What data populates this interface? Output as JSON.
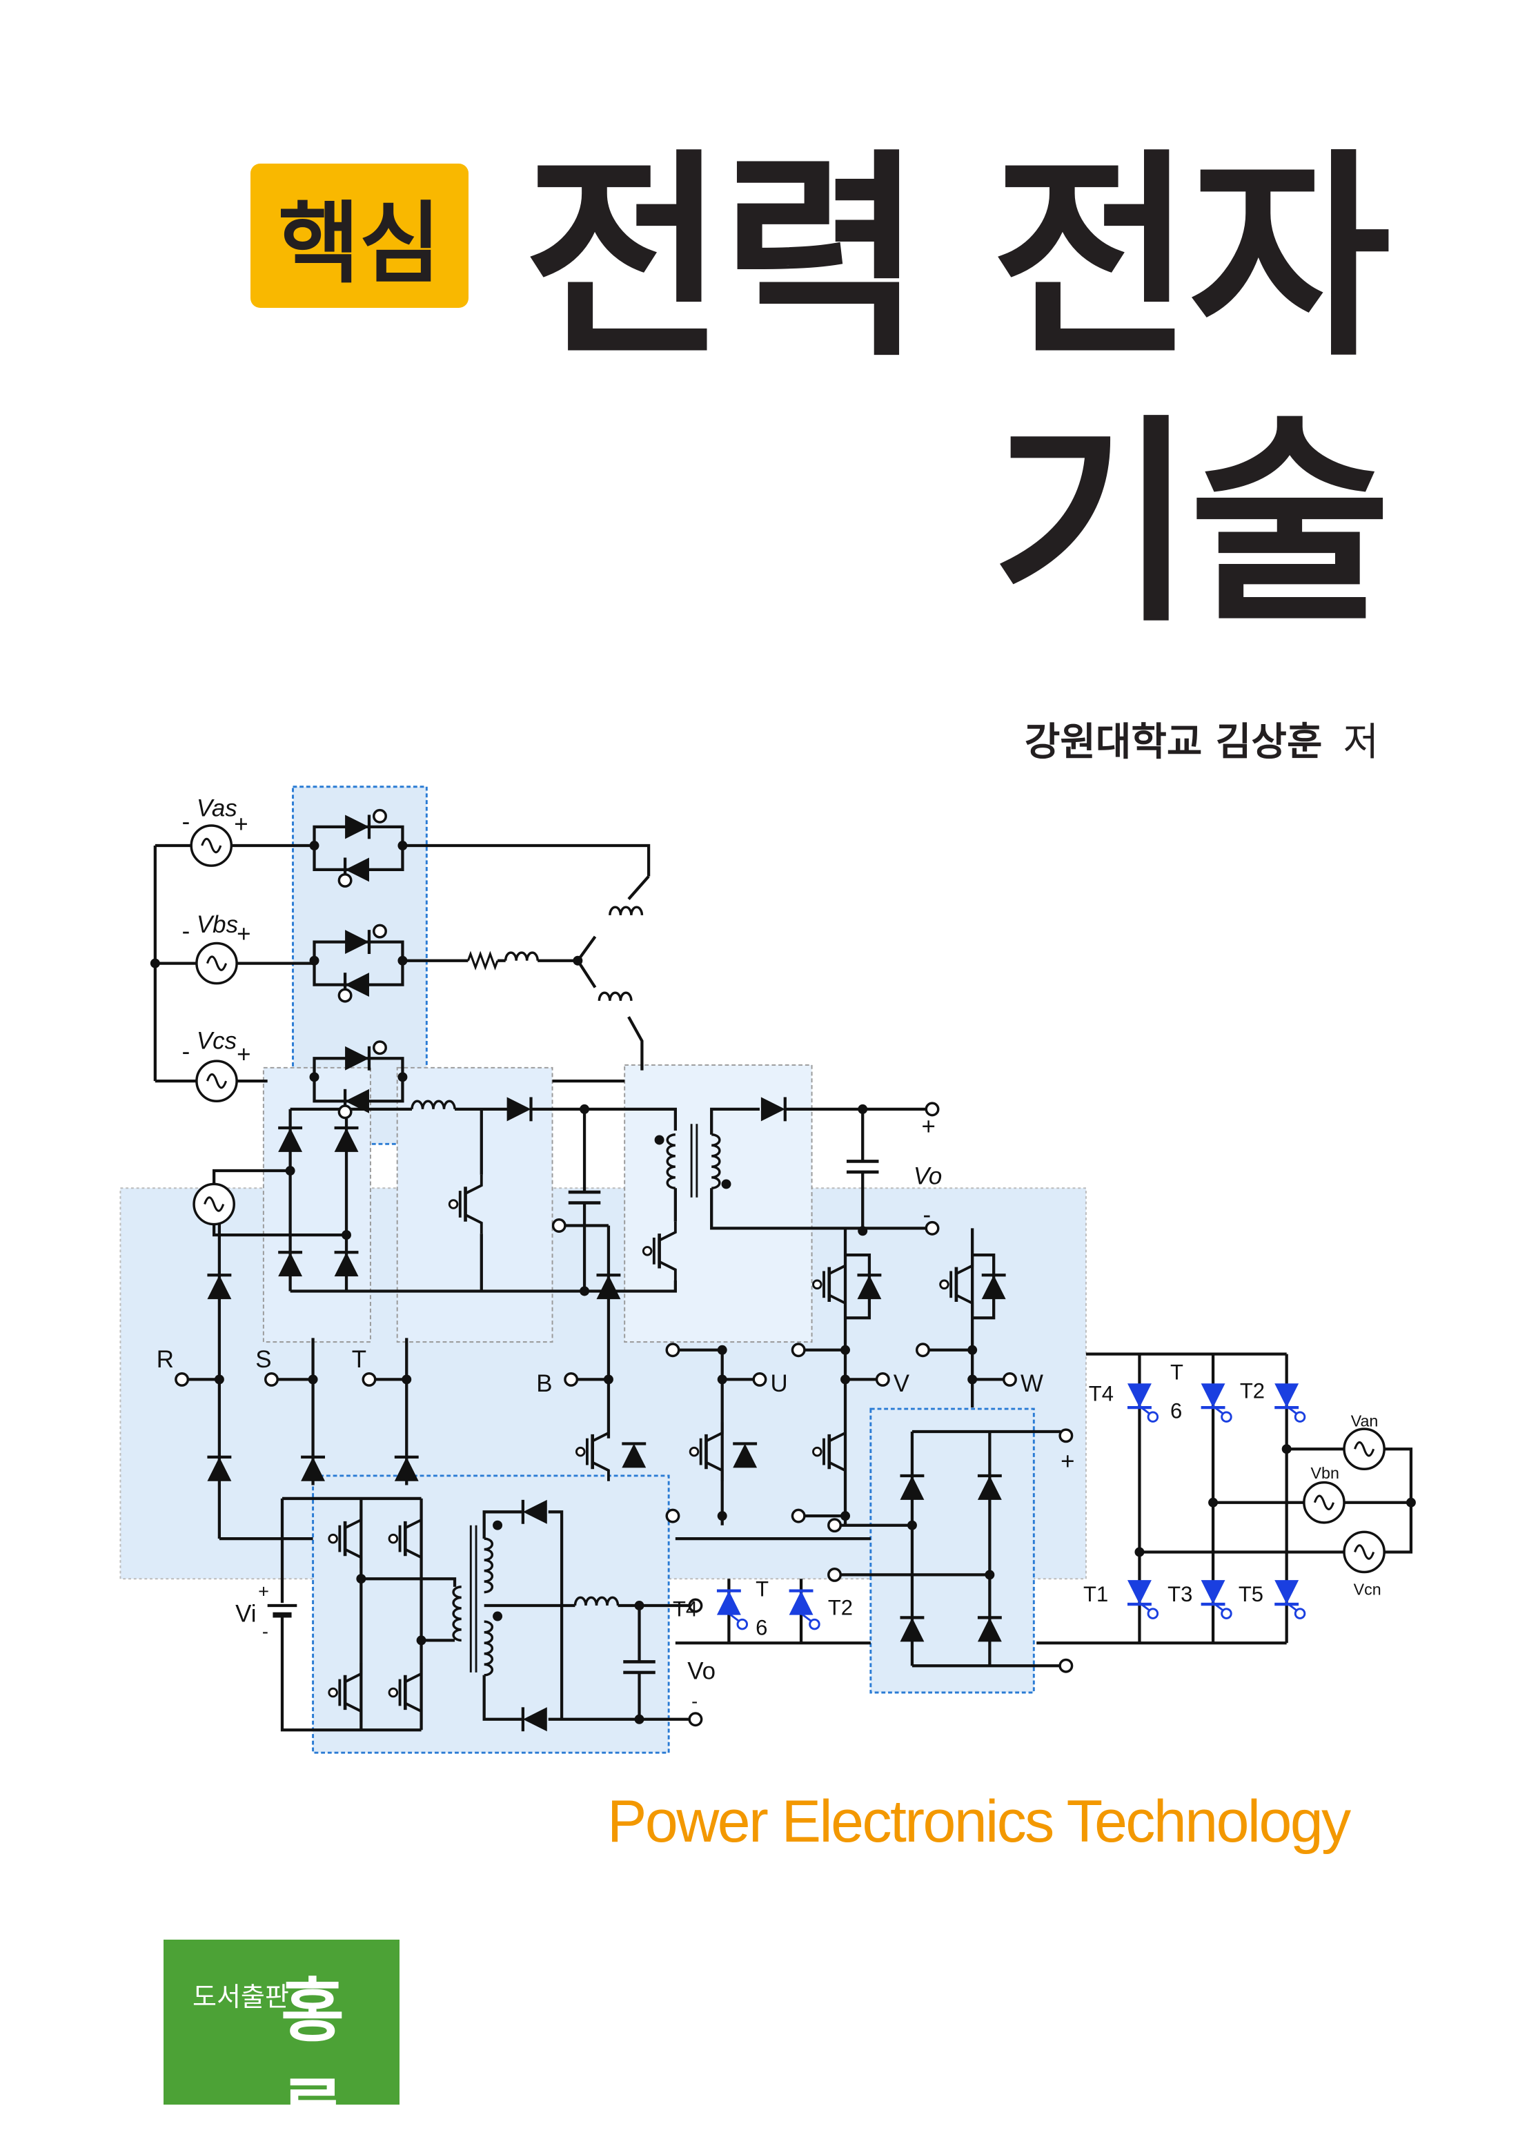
{
  "cover": {
    "badge": "핵심",
    "title_line1": "전력 전자",
    "title_line2": "기술",
    "author": "강원대학교 김상훈",
    "author_suffix": "저",
    "subtitle": "Power Electronics Technology",
    "publisher_prefix": "도서출판",
    "publisher_name": "홍릉"
  },
  "colors": {
    "badge": "#f9b800",
    "title": "#231f20",
    "subtitle": "#f39800",
    "publisher_bg": "#4ca236",
    "circuit_panel": "#ddebf9",
    "circuit_blue_device": "#1a3fe0"
  },
  "circuit_labels": {
    "vas": "Vas",
    "vbs": "Vbs",
    "vcs": "Vcs",
    "vo": "Vo",
    "vo2": "Vo",
    "vi": "Vi",
    "r": "R",
    "s": "S",
    "t": "T",
    "b": "B",
    "u": "U",
    "v": "V",
    "w": "W",
    "t4": "T4",
    "t6a": "T",
    "t6b": "6",
    "t2": "T2",
    "t1": "T1",
    "t3": "T3",
    "t5": "T5",
    "t4m": "T4",
    "t6ma": "T",
    "t6mb": "6",
    "t2m": "T2",
    "van": "Van",
    "vbn": "Vbn",
    "vcn": "Vcn",
    "plus": "+",
    "minus": "-"
  }
}
